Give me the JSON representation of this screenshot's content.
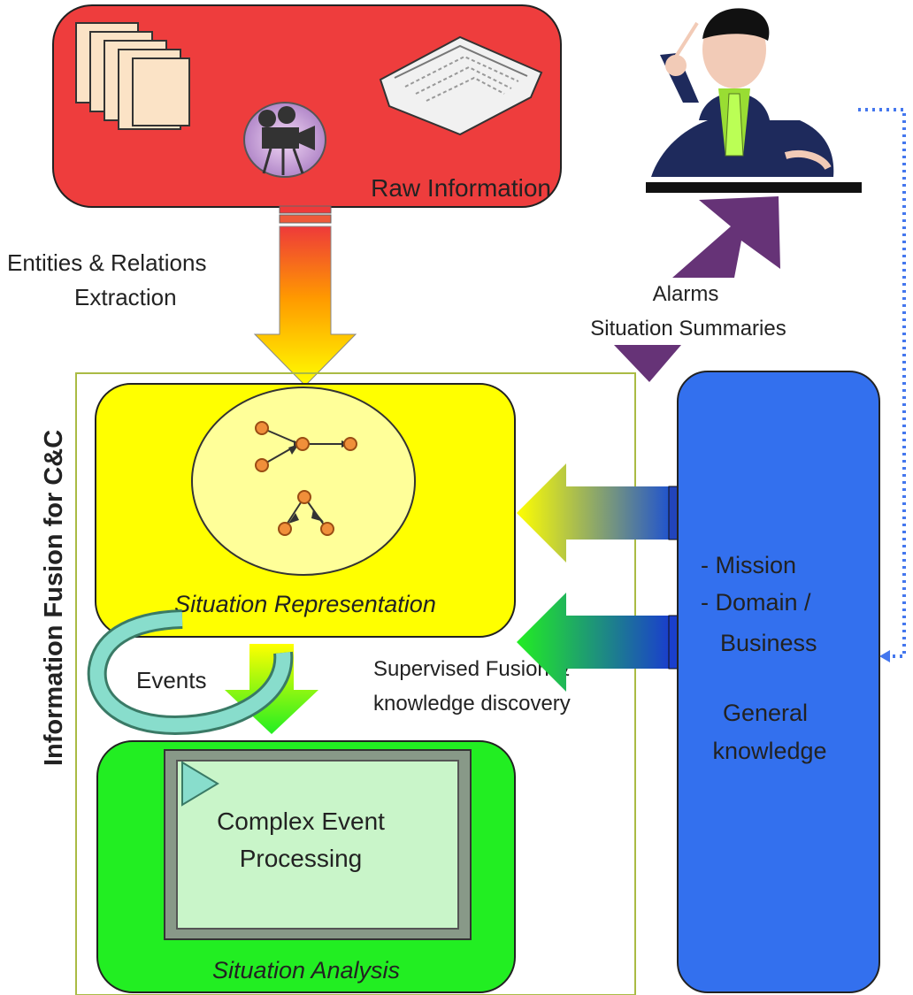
{
  "raw_information": {
    "label": "Raw Information"
  },
  "extraction": {
    "line1": "Entities & Relations",
    "line2": "Extraction"
  },
  "alarms": {
    "line1": "Alarms",
    "line2": "Situation Summaries"
  },
  "frame": {
    "vertical_title": "Information Fusion for C&C"
  },
  "situation_representation": {
    "label": "Situation Representation"
  },
  "events": {
    "label": "Events"
  },
  "supervised": {
    "line1": "Supervised Fusion &",
    "line2": "knowledge discovery"
  },
  "cep": {
    "line1": "Complex Event",
    "line2": "Processing"
  },
  "situation_analysis": {
    "label": "Situation Analysis"
  },
  "knowledge": {
    "mission": "- Mission",
    "domain": "- Domain /",
    "business": "Business",
    "general1": "General",
    "general2": "knowledge"
  },
  "colors": {
    "raw_box": "#ee3d3d",
    "representation_box": "#ffff00",
    "analysis_box": "#22ee22",
    "knowledge_box": "#3370ee",
    "feedback_arrow": "#663377",
    "graph_node": "#f08f3a",
    "dotted_link": "#4477ee"
  },
  "icons": [
    "document-stack-icon",
    "newspaper-icon",
    "film-camera-icon",
    "decision-maker-icon",
    "graph-icon",
    "cycle-arrow-icon"
  ]
}
